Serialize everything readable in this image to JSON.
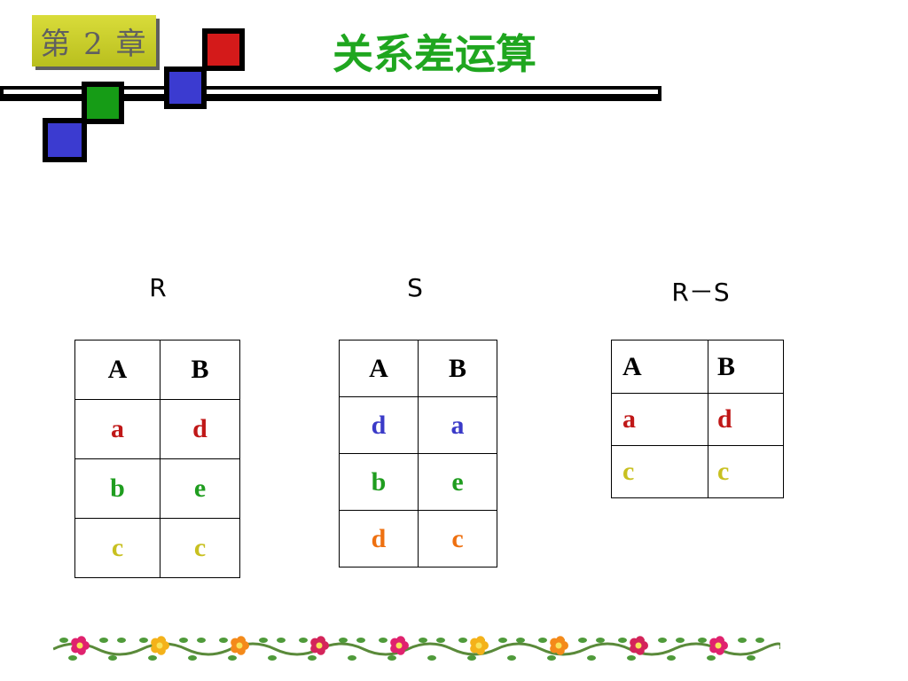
{
  "header": {
    "chapter_badge": "第 2 章",
    "title": "关系差运算"
  },
  "tables": {
    "r": {
      "label": "R",
      "headers": [
        "A",
        "B"
      ],
      "rows": [
        [
          {
            "text": "a",
            "color": "#c01818"
          },
          {
            "text": "d",
            "color": "#c01818"
          }
        ],
        [
          {
            "text": "b",
            "color": "#1f9d1f"
          },
          {
            "text": "e",
            "color": "#1f9d1f"
          }
        ],
        [
          {
            "text": "c",
            "color": "#c8c020"
          },
          {
            "text": "c",
            "color": "#c8c020"
          }
        ]
      ]
    },
    "s": {
      "label": "S",
      "headers": [
        "A",
        "B"
      ],
      "rows": [
        [
          {
            "text": "d",
            "color": "#3a3ac8"
          },
          {
            "text": "a",
            "color": "#3a3ac8"
          }
        ],
        [
          {
            "text": "b",
            "color": "#1f9d1f"
          },
          {
            "text": "e",
            "color": "#1f9d1f"
          }
        ],
        [
          {
            "text": "d",
            "color": "#ee7010"
          },
          {
            "text": "c",
            "color": "#ee7010"
          }
        ]
      ]
    },
    "r_minus_s": {
      "label": "R－S",
      "headers": [
        "A",
        "B"
      ],
      "rows": [
        [
          {
            "text": "a",
            "color": "#c01818"
          },
          {
            "text": "d",
            "color": "#c01818"
          }
        ],
        [
          {
            "text": "c",
            "color": "#c8c020"
          },
          {
            "text": "c",
            "color": "#c8c020"
          }
        ]
      ]
    }
  },
  "colors": {
    "square_red": "#d41a1a",
    "square_blue": "#3b3bd0",
    "square_green": "#169c16"
  }
}
